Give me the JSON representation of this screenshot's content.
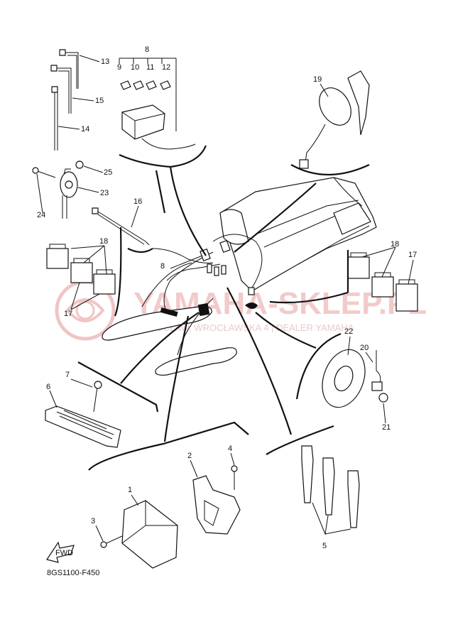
{
  "diagram": {
    "code": "8GS1100-F450",
    "watermark": {
      "text": "YAMAHA-SKLEP.PL",
      "subtitle": "WROCŁAW, WROCŁAWSKA 4 | DEALER YAMAHA"
    },
    "fwd_label": "FWD",
    "callouts": [
      "1",
      "2",
      "3",
      "4",
      "5",
      "6",
      "7",
      "8",
      "9",
      "10",
      "11",
      "12",
      "13",
      "14",
      "15",
      "16",
      "17",
      "18",
      "19",
      "20",
      "21",
      "22",
      "23",
      "24",
      "25"
    ],
    "callouts_extra": [
      "8",
      "17",
      "18"
    ]
  }
}
